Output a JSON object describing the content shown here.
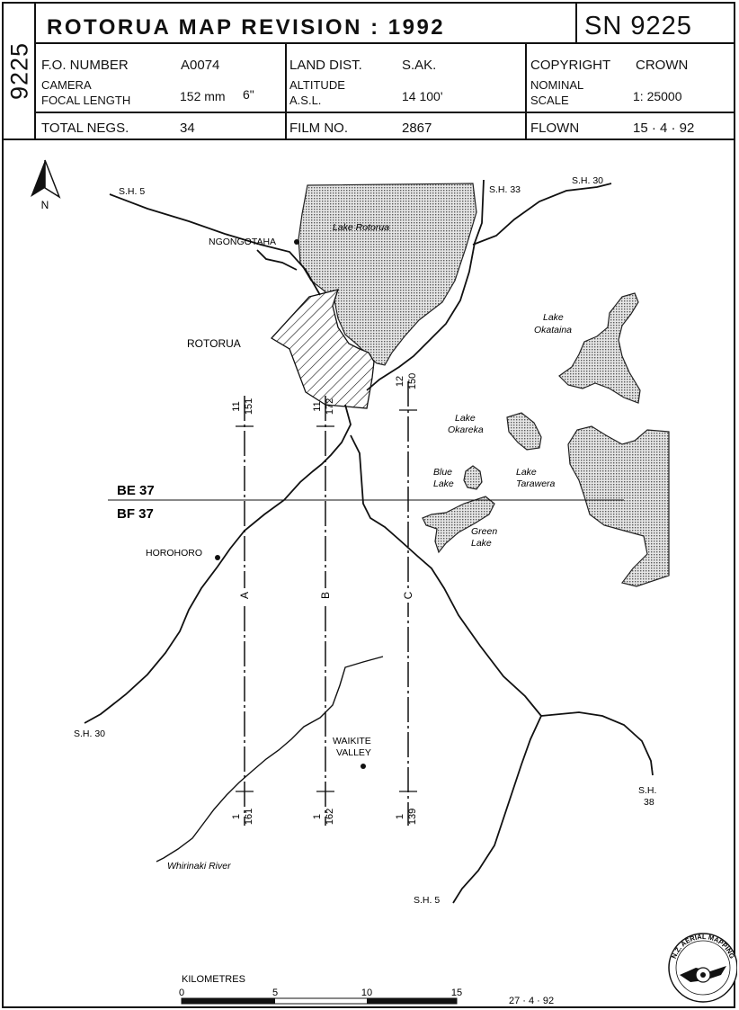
{
  "header": {
    "side_number": "9225",
    "title": "ROTORUA  MAP  REVISION : 1992",
    "sheet_number": "SN 9225",
    "row1": {
      "fo_label": "F.O. NUMBER",
      "fo_value": "A0074",
      "land_label": "LAND DIST.",
      "land_value": "S.AK.",
      "copyright_label": "COPYRIGHT",
      "copyright_value": "CROWN"
    },
    "row2": {
      "camera_label_1": "CAMERA",
      "camera_label_2": "FOCAL LENGTH",
      "focal_mm": "152 mm",
      "focal_in": "6\"",
      "altitude_label_1": "ALTITUDE",
      "altitude_label_2": "A.S.L.",
      "altitude_value": "14 100'",
      "scale_label_1": "NOMINAL",
      "scale_label_2": "SCALE",
      "scale_value": "1: 25000"
    },
    "row3": {
      "negs_label": "TOTAL NEGS.",
      "negs_value": "34",
      "film_label": "FILM NO.",
      "film_value": "2867",
      "flown_label": "FLOWN",
      "flown_value": "15 · 4 · 92"
    }
  },
  "map": {
    "north": "N",
    "lakes": {
      "rotorua": "Lake  Rotorua",
      "okataina_1": "Lake",
      "okataina_2": "Okataina",
      "okareka_1": "Lake",
      "okareka_2": "Okareka",
      "blue_1": "Blue",
      "blue_2": "Lake",
      "tarawera_1": "Lake",
      "tarawera_2": "Tarawera",
      "green_1": "Green",
      "green_2": "Lake"
    },
    "places": {
      "ngongotaha": "NGONGOTAHA",
      "rotorua": "ROTORUA",
      "horohoro": "HOROHORO",
      "waikite_1": "WAIKITE",
      "waikite_2": "VALLEY"
    },
    "roads": {
      "sh5_nw": "S.H. 5",
      "sh33": "S.H. 33",
      "sh30_ne": "S.H. 30",
      "sh30_sw": "S.H. 30",
      "sh38_1": "S.H.",
      "sh38_2": "38",
      "sh5_s": "S.H. 5"
    },
    "river": "Whirinaki River",
    "sheets": {
      "north": "BE 37",
      "south": "BF 37"
    },
    "runs": [
      {
        "letter": "A",
        "run": "11",
        "start": "151",
        "end_run": "1",
        "end": "161"
      },
      {
        "letter": "B",
        "run": "11",
        "start": "172",
        "end_run": "1",
        "end": "162"
      },
      {
        "letter": "C",
        "run": "12",
        "start": "150",
        "end_run": "1",
        "end": "139"
      }
    ],
    "scale_bar": {
      "title": "KILOMETRES",
      "ticks": [
        "0",
        "5",
        "10",
        "15"
      ]
    },
    "date": "27 · 4 · 92",
    "seal": {
      "text": "N.Z. AERIAL MAPPING"
    }
  }
}
